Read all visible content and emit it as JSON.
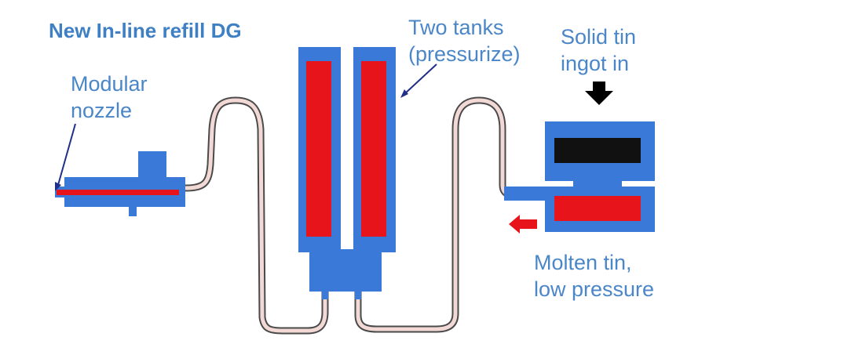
{
  "title": "New In-line refill DG",
  "labels": {
    "nozzle": "Modular\nnozzle",
    "tanks": "Two tanks\n(pressurize)",
    "solid_tin": "Solid tin\ningot in",
    "molten_tin": "Molten tin,\nlow pressure"
  },
  "colors": {
    "label_text": "#4a86c8",
    "body_blue": "#3a79d8",
    "tank_red": "#e8141c",
    "ingot_black": "#111111",
    "tube_fill": "#f3d9d6",
    "tube_outline": "#4a4a4a",
    "arrow_red": "#e8141c",
    "arrow_black": "#000000",
    "pointer_line": "#1f2f8a"
  },
  "icons": {
    "ingot_arrow": "down-arrow-icon",
    "flow_arrow": "left-arrow-icon"
  }
}
